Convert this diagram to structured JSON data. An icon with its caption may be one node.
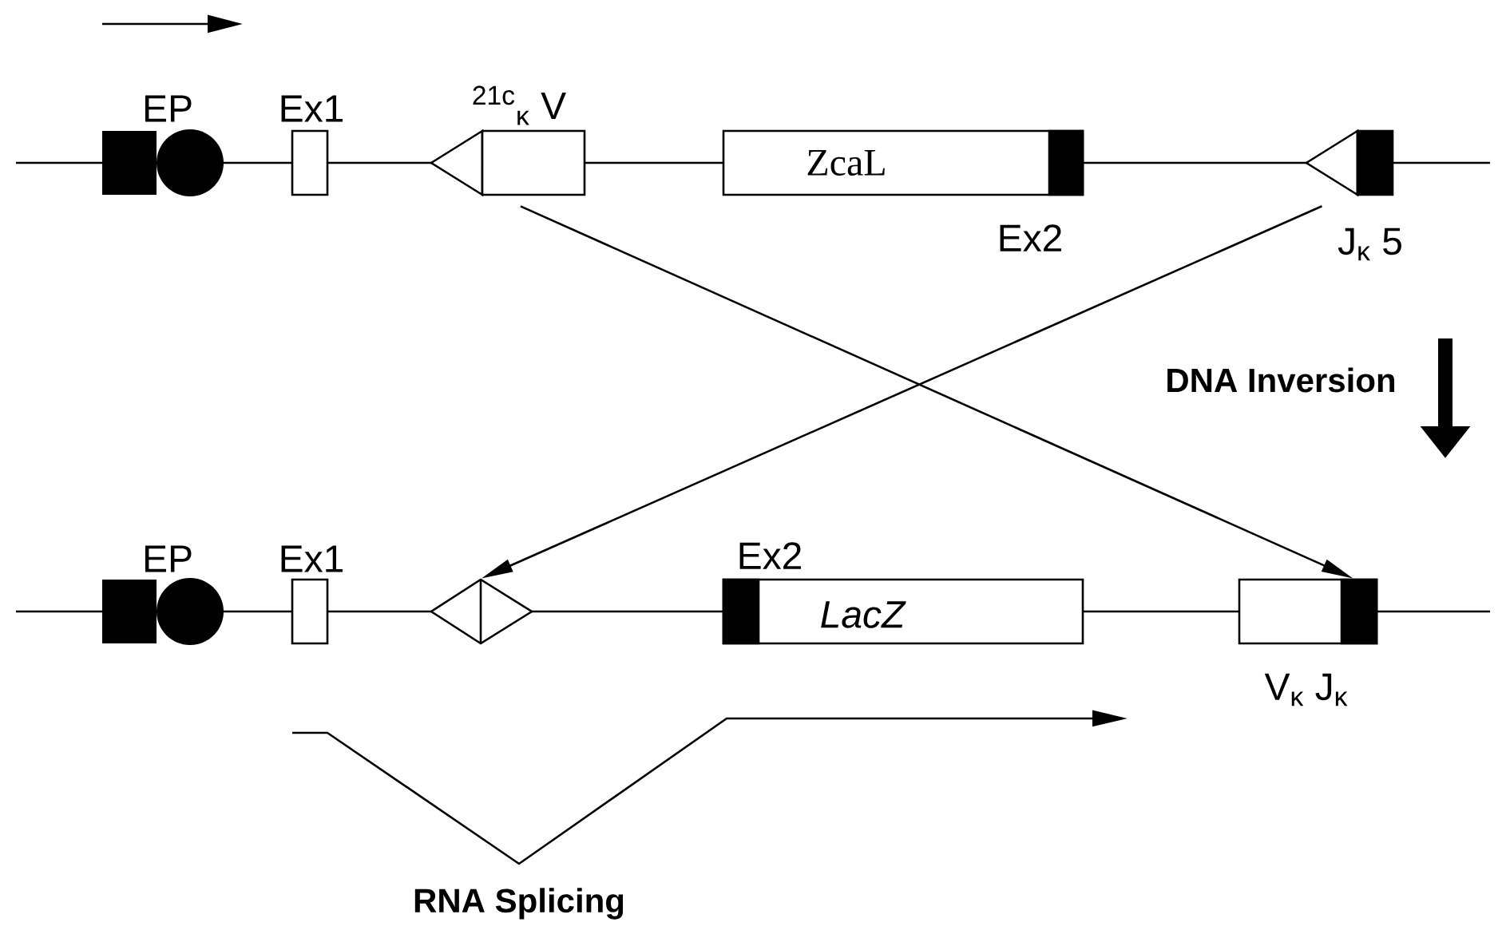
{
  "diagram": {
    "nodes": [
      {
        "text": [
          "EP"
        ]
      },
      {
        "text": [
          "Ex1"
        ]
      },
      {
        "text": [
          "$^{21c}$$_{κ}$ V"
        ]
      },
      {
        "text": [
          "ZcaL"
        ],
        "beside": [
          "Ex2"
        ]
      },
      {
        "text": [
          "J$_{κ}$ 5"
        ]
      },
      {
        "text": [
          "EP"
        ]
      },
      {
        "text": [
          "Ex1"
        ]
      },
      {
        "text": [],
        "shape": "diamond"
      },
      {
        "text": [
          "LacZ"
        ],
        "beside": [
          "Ex2"
        ]
      },
      {
        "text": [
          "V$_{κ}$ J$_{κ}$"
        ]
      }
    ],
    "edges": [
      {
        "from": 2,
        "to": 9,
        "arrow": "to"
      },
      {
        "from": 4,
        "to": 7,
        "arrow": "to"
      }
    ],
    "labels": [
      "DNA Inversion",
      "RNA Splicing"
    ]
  }
}
